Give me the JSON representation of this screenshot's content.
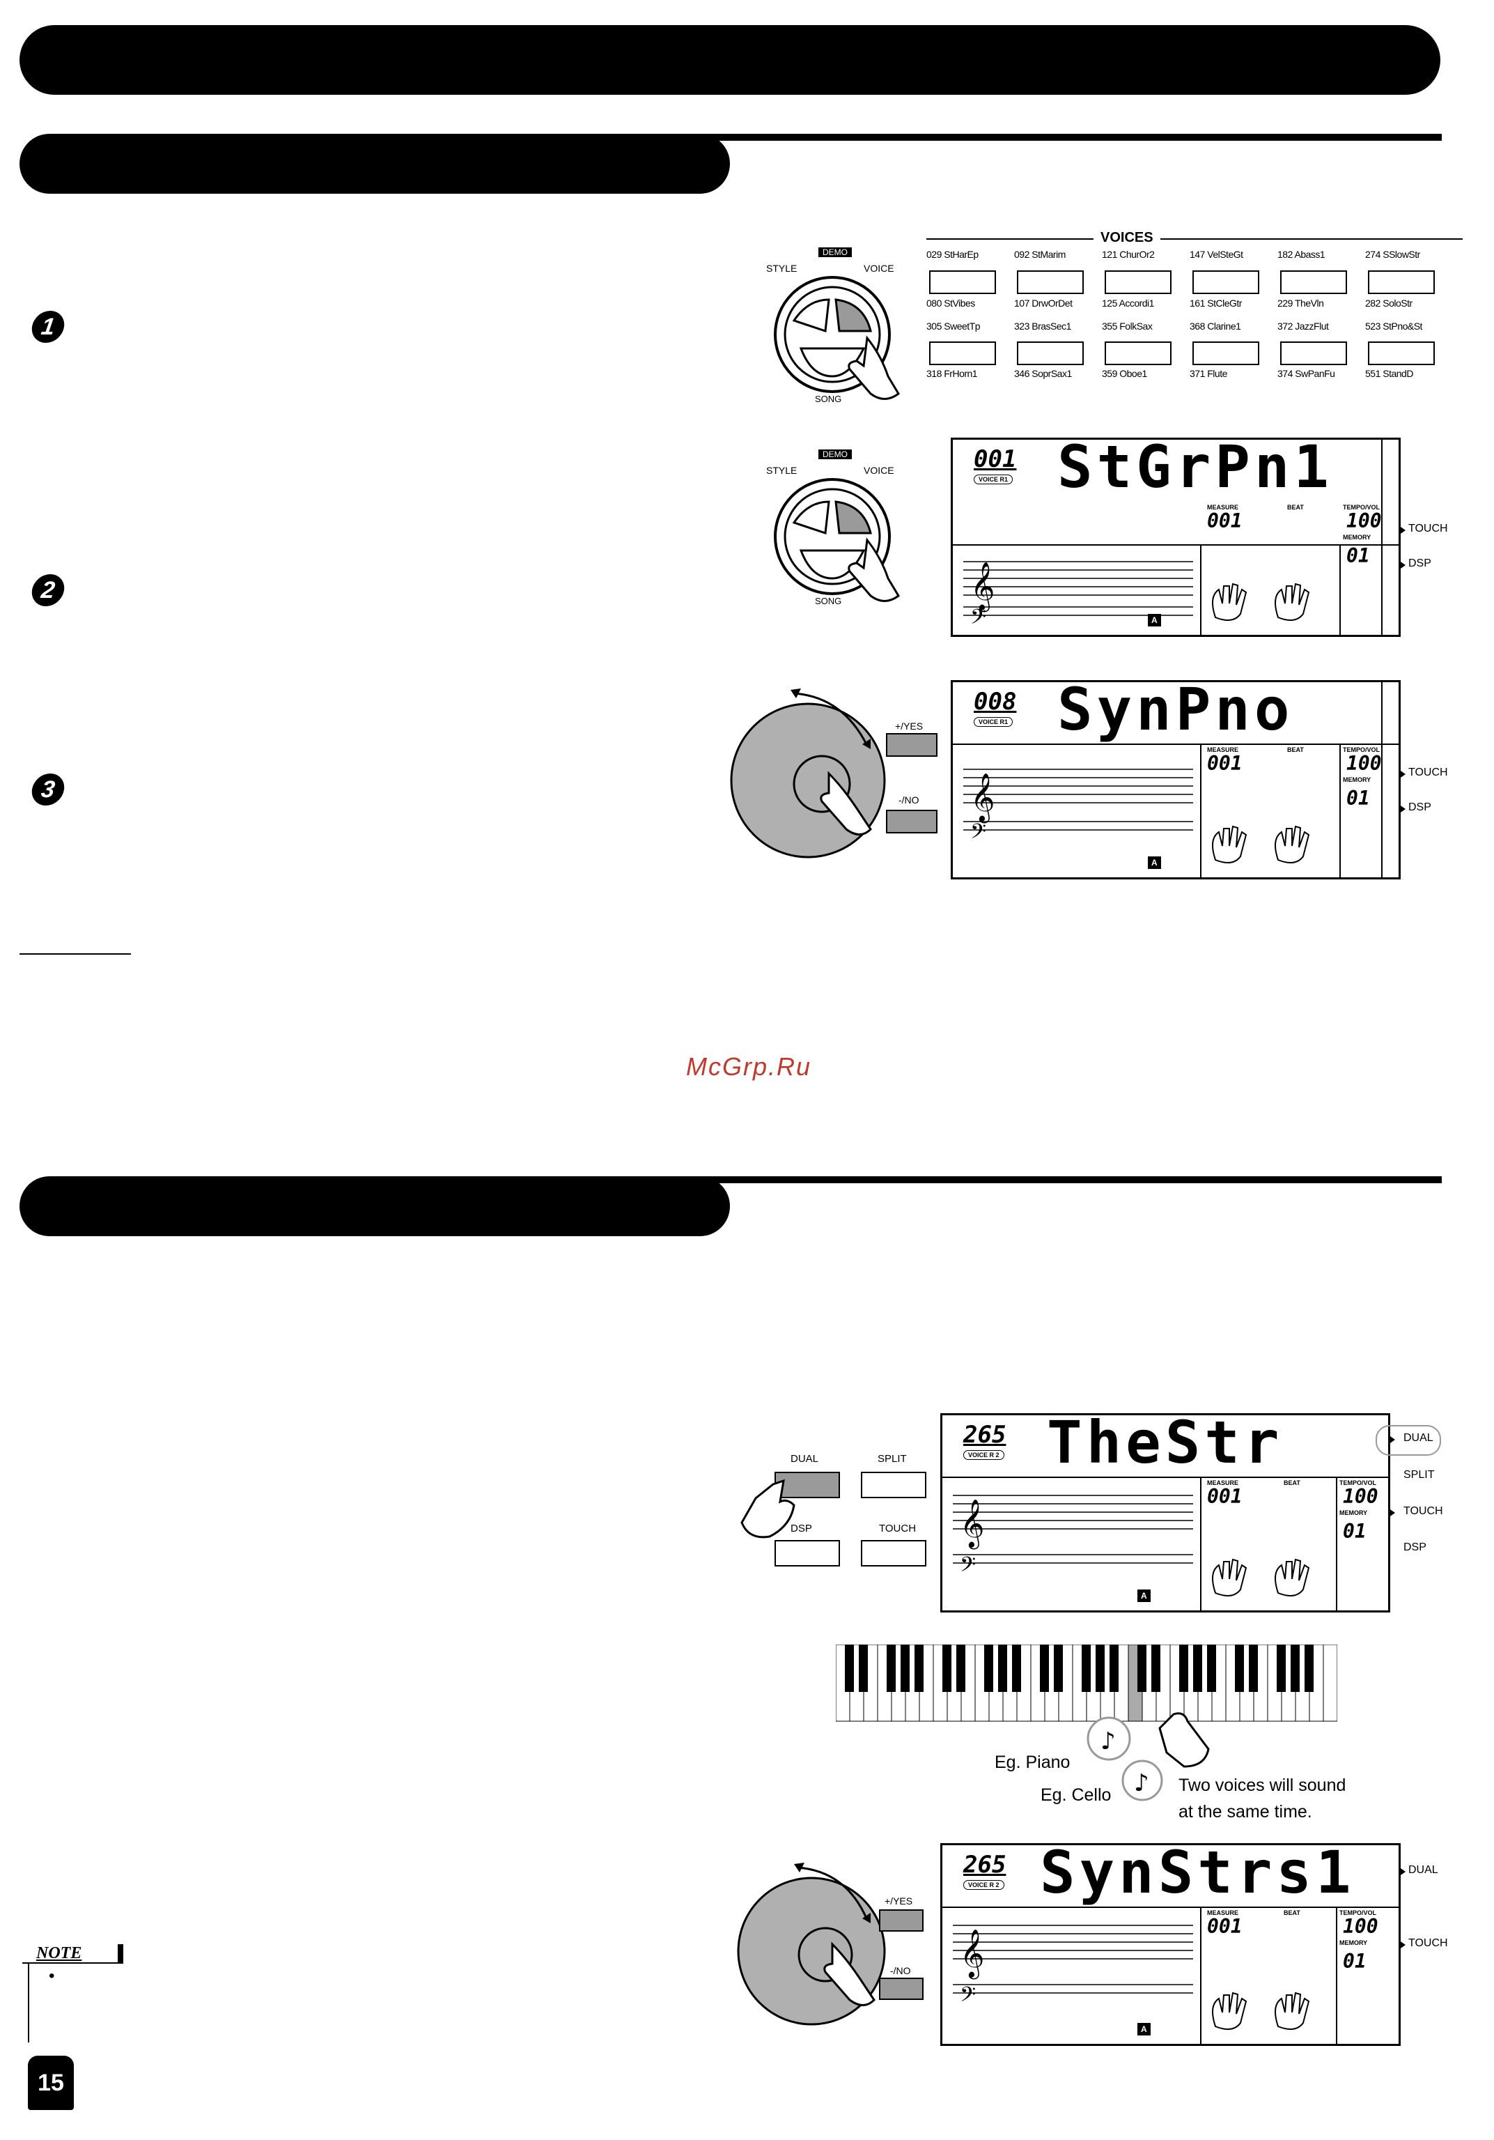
{
  "steps": [
    "1",
    "2",
    "3"
  ],
  "watermark": "McGrp.Ru",
  "voices_panel": {
    "title": "VOICES",
    "rows": [
      [
        "029 StHarEp",
        "092 StMarim",
        "121 ChurOr2",
        "147 VelSteGt",
        "182 Abass1",
        "274 SSlowStr"
      ],
      [
        "080 StVibes",
        "107 DrwOrDet",
        "125 Accordi1",
        "161 StCleGtr",
        "229 TheVln",
        "282 SoloStr"
      ],
      [
        "305 SweetTp",
        "323 BrasSec1",
        "355 FolkSax",
        "368 Clarine1",
        "372 JazzFlut",
        "523 StPno&St"
      ],
      [
        "318 FrHorn1",
        "346 SoprSax1",
        "359 Oboe1",
        "371 Flute",
        "374 SwPanFu",
        "551 StandD"
      ]
    ]
  },
  "panel_buttons": {
    "style": "STYLE",
    "demo": "DEMO",
    "voice": "VOICE",
    "song": "SONG",
    "yes": "+/YES",
    "no": "-/NO",
    "dual": "DUAL",
    "split": "SPLIT",
    "dsp": "DSP",
    "touch": "TOUCH"
  },
  "lcd_labels": {
    "voice_r1": "VOICE R1",
    "voice_r2": "VOICE R 2",
    "measure": "MEASURE",
    "beat": "BEAT",
    "tempo": "TEMPO/VOL",
    "memory": "MEMORY",
    "a": "A"
  },
  "displays": [
    {
      "number": "001",
      "name": "StGrPn1",
      "measure": "001",
      "tempo": "100",
      "memory": "01",
      "indicators": [
        "TOUCH",
        "DSP"
      ]
    },
    {
      "number": "008",
      "name": "SynPno",
      "measure": "001",
      "tempo": "100",
      "memory": "01",
      "indicators": [
        "TOUCH",
        "DSP"
      ]
    },
    {
      "number": "265",
      "name": "TheStr",
      "measure": "001",
      "tempo": "100",
      "memory": "01",
      "indicators": [
        "DUAL",
        "SPLIT",
        "TOUCH",
        "DSP"
      ]
    },
    {
      "number": "265",
      "name": "SynStrs1",
      "measure": "001",
      "tempo": "100",
      "memory": "01",
      "indicators": [
        "DUAL",
        "TOUCH"
      ]
    }
  ],
  "keyboard_captions": {
    "piano": "Eg. Piano",
    "cello": "Eg. Cello",
    "two_voices_line1": "Two voices will sound",
    "two_voices_line2": "at the same time."
  },
  "note": {
    "label": "NOTE",
    "bullet": "•"
  },
  "page_number": "15"
}
